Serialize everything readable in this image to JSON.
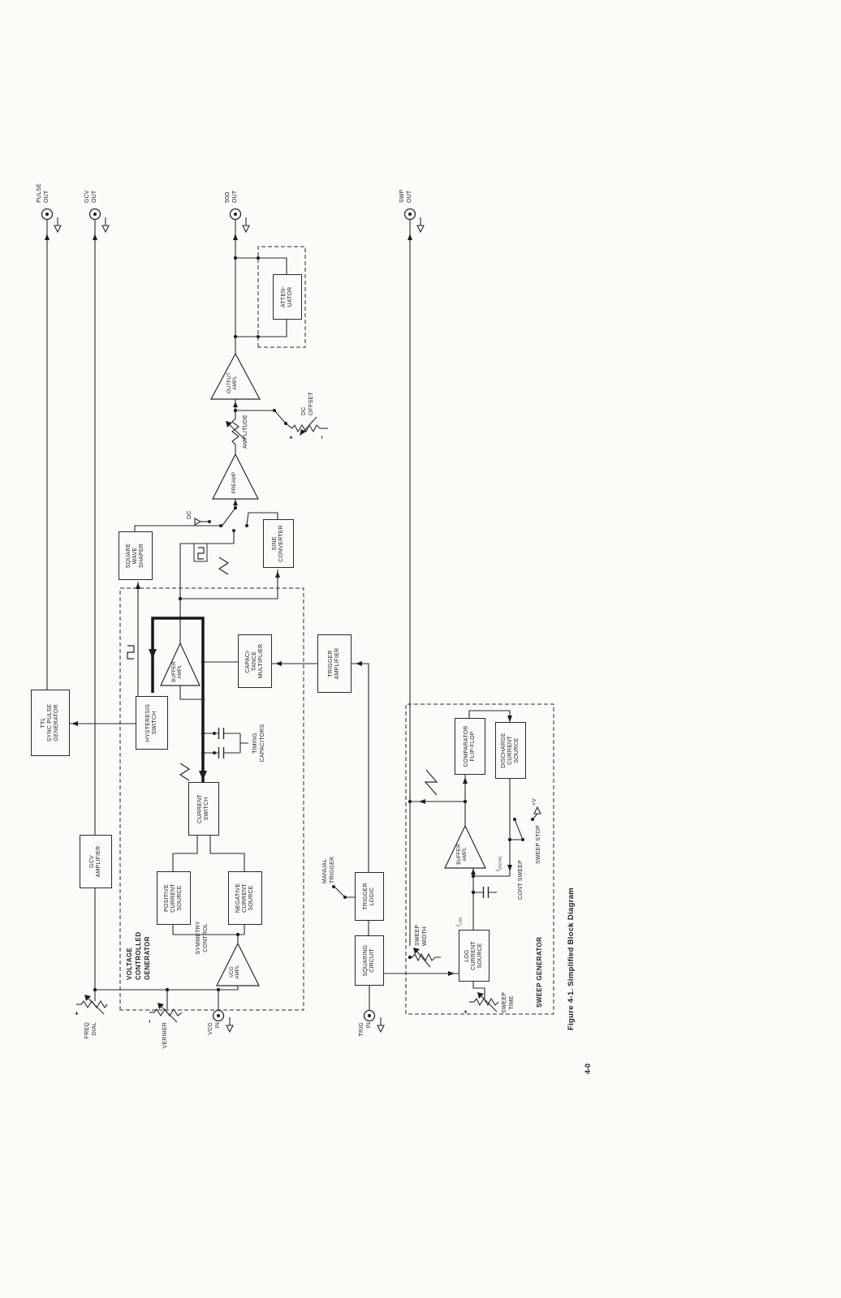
{
  "page": {
    "caption": "Figure 4-1.  Simplified Block Diagram",
    "page_number": "4-0"
  },
  "sections": {
    "vcg": "VOLTAGE\nCONTROLLED\nGENERATOR",
    "sweep": "SWEEP GENERATOR"
  },
  "blocks": {
    "ttl_sync": "TTL\nSYNC PULSE\nGENERATOR",
    "gcv_amplifier": "GCV\nAMPLIFIER",
    "square_wave_shaper": "SQUARE\nWAVE\nSHAPER",
    "hysteresis_switch": "HYSTERESIS\nSWITCH",
    "positive_current_source": "POSITIVE\nCURRENT\nSOURCE",
    "negative_current_source": "NEGATIVE\nCURRENT\nSOURCE",
    "current_switch": "CURRENT\nSWITCH",
    "capacitance_multiplier": "CAPACI-\nTANCE\nMULTIPLIER",
    "trigger_amplifier": "TRIGGER\nAMPLIFIER",
    "sine_converter": "SINE\nCONVERTER",
    "squaring_circuit": "SQUARING\nCIRCUIT",
    "trigger_logic": "TRIGGER\nLOGIC",
    "log_current_source": "LOG\nCURRENT\nSOURCE",
    "comparator_flip_flop": "COMPARATOR\nFLIP-FLOP",
    "discharge_current_source": "DISCHARGE\nCURRENT\nSOURCE",
    "attenuator": "ATTEN-\nUATOR"
  },
  "amplifiers": {
    "vcg_ampl": "VCG\nAMPL",
    "buffer_ampl": "BUFFER\nAMPL",
    "preamp": "PREAMP",
    "output_ampl": "OUTPUT\nAMPL",
    "sweep_buffer_ampl": "BUFFER\nAMPL"
  },
  "connectors": {
    "pulse_out": "PULSE\nOUT",
    "gcv_out": "GCV\nOUT",
    "fifty_ohm_out": "50Ω\nOUT",
    "swp_out": "SWP\nOUT",
    "vcg_in": "VCG\nIN",
    "trig_in": "TRIG\nIN"
  },
  "controls": {
    "freq_dial": "FREQ\nDIAL",
    "vernier": "VERNIER",
    "amplitude": "AMPLITUDE",
    "dc_offset": "DC\nOFFSET",
    "sweep_time": "SWEEP\nTIME",
    "sweep_width": "SWEEP\nWIDTH",
    "manual_trigger": "MANUAL\nTRIGGER",
    "symmetry_control": "SYMMETRY\nCONTROL",
    "timing_capacitors": "TIMING\nCAPACITORS",
    "cont_sweep": "CONT SWEEP",
    "sweep_stop": "SWEEP STOP",
    "dc_input_label": "DC",
    "plus": "+",
    "minus": "−",
    "plus_v": "+V"
  },
  "signals": {
    "i_log_base": "I",
    "i_log_sub": "LOG",
    "i_dschg_base": "I",
    "i_dschg_sub": "DSCHG"
  },
  "icons": {
    "bnc_connector": "◎",
    "panel_arrow": "▷",
    "square_wave": "⎍",
    "triangle_wave": "∧",
    "ramp_wave": "⟋",
    "potentiometer": "⦚",
    "capacitor": "⊣⊢",
    "junction_dot": "•"
  },
  "colors": {
    "ink": "#1f1f1f",
    "paper": "#fbfbf8"
  }
}
